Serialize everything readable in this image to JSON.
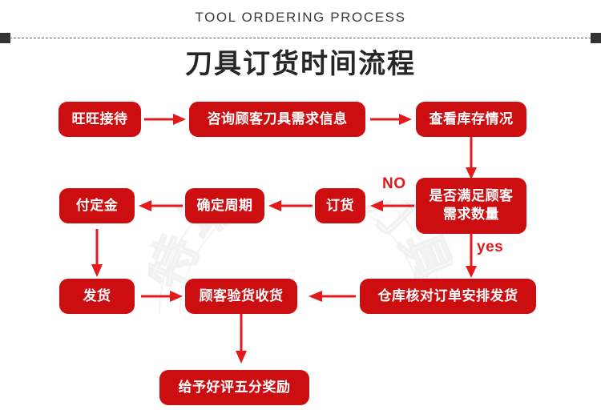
{
  "header": {
    "english_title": "TOOL ORDERING PROCESS",
    "chinese_title": "刀具订货时间流程"
  },
  "watermark": {
    "text": "特瑞数控刀具"
  },
  "colors": {
    "node_red": "#cc0e10",
    "arrow_red": "#e4191b",
    "title_dark": "#262626",
    "divider_dark": "#333333"
  },
  "flow": {
    "nodes": [
      {
        "id": "n1",
        "label": "旺旺接待",
        "row": 1
      },
      {
        "id": "n2",
        "label": "咨询顾客刀具需求信息",
        "row": 1
      },
      {
        "id": "n3",
        "label": "查看库存情况",
        "row": 1
      },
      {
        "id": "n4",
        "label": "是否满足顾客\n需求数量",
        "row": 2,
        "shape": "decision"
      },
      {
        "id": "n5",
        "label": "订货",
        "row": 2
      },
      {
        "id": "n6",
        "label": "确定周期",
        "row": 2
      },
      {
        "id": "n7",
        "label": "付定金",
        "row": 2
      },
      {
        "id": "n8",
        "label": "发货",
        "row": 3
      },
      {
        "id": "n9",
        "label": "顾客验货收货",
        "row": 3
      },
      {
        "id": "n10",
        "label": "仓库核对订单安排发货",
        "row": 3
      },
      {
        "id": "n11",
        "label": "给予好评五分奖励",
        "row": 4
      }
    ],
    "edge_labels": {
      "no": "NO",
      "yes": "yes"
    }
  }
}
